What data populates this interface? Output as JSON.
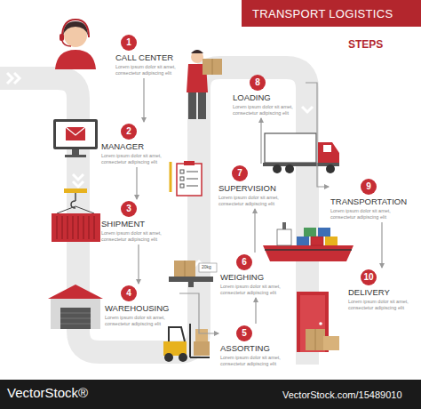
{
  "diagram": {
    "title": "TRANSPORT LOGISTICS",
    "nodes": [
      {
        "text": [
          "1",
          "CALL CENTER",
          "Lorem ipsum dolor sit amet, consectetur adipiscing elit"
        ]
      },
      {
        "text": [
          "2",
          "MANAGER",
          "Lorem ipsum dolor sit amet, consectetur adipiscing elit"
        ]
      },
      {
        "text": [
          "3",
          "SHIPMENT",
          "Lorem ipsum dolor sit amet, consectetur adipiscing elit"
        ]
      },
      {
        "text": [
          "4",
          "WAREHOUSING",
          "Lorem ipsum dolor sit amet, consectetur adipiscing elit"
        ]
      },
      {
        "text": [
          "5",
          "ASSORTING",
          "Lorem ipsum dolor sit amet, consectetur adipiscing elit"
        ]
      },
      {
        "text": [
          "6",
          "WEIGHING",
          "Lorem ipsum dolor sit amet, consectetur adipiscing elit"
        ]
      },
      {
        "text": [
          "7",
          "SUPERVISION",
          "Lorem ipsum dolor sit amet, consectetur adipiscing elit"
        ]
      },
      {
        "text": [
          "8",
          "LOADING",
          "Lorem ipsum dolor sit amet, consectetur adipiscing elit"
        ]
      },
      {
        "text": [
          "9",
          "TRANSPORTATION",
          "Lorem ipsum dolor sit amet, consectetur adipiscing elit"
        ]
      },
      {
        "text": [
          "10",
          "DELIVERY",
          "Lorem ipsum dolor sit amet, consectetur adipiscing elit"
        ]
      }
    ],
    "edges": [
      {
        "from": 0,
        "to": 1,
        "arrow": "to"
      },
      {
        "from": 1,
        "to": 2,
        "arrow": "to"
      },
      {
        "from": 2,
        "to": 3,
        "arrow": "to"
      },
      {
        "from": 3,
        "to": 4,
        "arrow": "to"
      },
      {
        "from": 4,
        "to": 5,
        "arrow": "to"
      },
      {
        "from": 5,
        "to": 6,
        "arrow": "to"
      },
      {
        "from": 6,
        "to": 7,
        "arrow": "to"
      },
      {
        "from": 7,
        "to": 8,
        "arrow": "to"
      },
      {
        "from": 8,
        "to": 9,
        "arrow": "to"
      }
    ],
    "labels": [
      "STEPS",
      "20kg",
      "VectorStock®",
      "VectorStock.com/15489010"
    ]
  }
}
